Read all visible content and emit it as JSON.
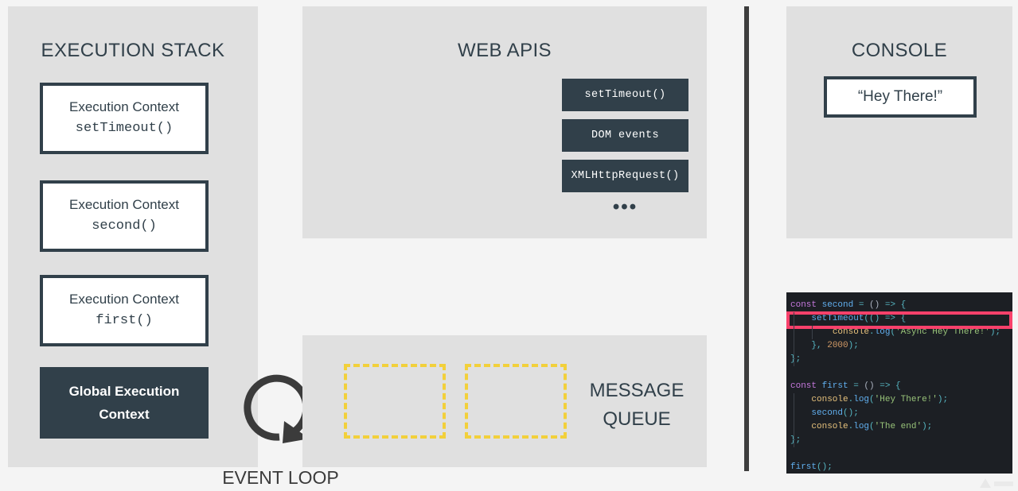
{
  "execution_stack": {
    "title": "EXECUTION STACK",
    "frames": [
      {
        "line1": "Execution Context",
        "line2": "setTimeout()",
        "global": false
      },
      {
        "line1": "Execution Context",
        "line2": "second()",
        "global": false
      },
      {
        "line1": "Execution Context",
        "line2": "first()",
        "global": false
      },
      {
        "line1": "Global Execution",
        "line2": "Context",
        "global": true
      }
    ]
  },
  "event_loop": {
    "label": "EVENT LOOP",
    "icon": "circular-arrow-icon"
  },
  "web_apis": {
    "title": "WEB APIS",
    "items": [
      "setTimeout()",
      "DOM events",
      "XMLHttpRequest()"
    ],
    "ellipsis": "•••"
  },
  "message_queue": {
    "title_line1": "MESSAGE",
    "title_line2": "QUEUE",
    "slots": [
      "",
      ""
    ],
    "slot_border_color": "#f2d03b"
  },
  "console": {
    "title": "CONSOLE",
    "messages": [
      "“Hey There!”"
    ]
  },
  "code_editor": {
    "highlighted_line_index": 1,
    "highlight_color": "#f8416b",
    "background": "#1c1f24",
    "lines": [
      [
        {
          "t": "const ",
          "c": "kw"
        },
        {
          "t": "second ",
          "c": "fn"
        },
        {
          "t": "= ",
          "c": "punct"
        },
        {
          "t": "() ",
          "c": "plain"
        },
        {
          "t": "=> ",
          "c": "arrow"
        },
        {
          "t": "{",
          "c": "punct"
        }
      ],
      [
        {
          "t": "    ",
          "c": "plain"
        },
        {
          "t": "setTimeout",
          "c": "fn"
        },
        {
          "t": "(() ",
          "c": "punct"
        },
        {
          "t": "=> ",
          "c": "arrow"
        },
        {
          "t": "{",
          "c": "punct"
        }
      ],
      [
        {
          "t": "        ",
          "c": "plain"
        },
        {
          "t": "console",
          "c": "obj"
        },
        {
          "t": ".",
          "c": "punct"
        },
        {
          "t": "log",
          "c": "meth"
        },
        {
          "t": "(",
          "c": "punct"
        },
        {
          "t": "'Async Hey There!'",
          "c": "str"
        },
        {
          "t": ");",
          "c": "punct"
        }
      ],
      [
        {
          "t": "    ",
          "c": "plain"
        },
        {
          "t": "}, ",
          "c": "punct"
        },
        {
          "t": "2000",
          "c": "num"
        },
        {
          "t": ");",
          "c": "punct"
        }
      ],
      [
        {
          "t": "};",
          "c": "punct"
        }
      ],
      [
        {
          "t": "",
          "c": "plain"
        }
      ],
      [
        {
          "t": "const ",
          "c": "kw"
        },
        {
          "t": "first ",
          "c": "fn"
        },
        {
          "t": "= ",
          "c": "punct"
        },
        {
          "t": "() ",
          "c": "plain"
        },
        {
          "t": "=> ",
          "c": "arrow"
        },
        {
          "t": "{",
          "c": "punct"
        }
      ],
      [
        {
          "t": "    ",
          "c": "plain"
        },
        {
          "t": "console",
          "c": "obj"
        },
        {
          "t": ".",
          "c": "punct"
        },
        {
          "t": "log",
          "c": "meth"
        },
        {
          "t": "(",
          "c": "punct"
        },
        {
          "t": "'Hey There!'",
          "c": "str"
        },
        {
          "t": ");",
          "c": "punct"
        }
      ],
      [
        {
          "t": "    ",
          "c": "plain"
        },
        {
          "t": "second",
          "c": "fn"
        },
        {
          "t": "();",
          "c": "punct"
        }
      ],
      [
        {
          "t": "    ",
          "c": "plain"
        },
        {
          "t": "console",
          "c": "obj"
        },
        {
          "t": ".",
          "c": "punct"
        },
        {
          "t": "log",
          "c": "meth"
        },
        {
          "t": "(",
          "c": "punct"
        },
        {
          "t": "'The end'",
          "c": "str"
        },
        {
          "t": ");",
          "c": "punct"
        }
      ],
      [
        {
          "t": "};",
          "c": "punct"
        }
      ],
      [
        {
          "t": "",
          "c": "plain"
        }
      ],
      [
        {
          "t": "first",
          "c": "fn"
        },
        {
          "t": "();",
          "c": "punct"
        }
      ]
    ]
  },
  "colors": {
    "panel_bg": "#e0e0e0",
    "page_bg": "#f4f4f4",
    "dark": "#31404a",
    "accent_yellow": "#f2d03b",
    "accent_pink": "#f8416b"
  }
}
